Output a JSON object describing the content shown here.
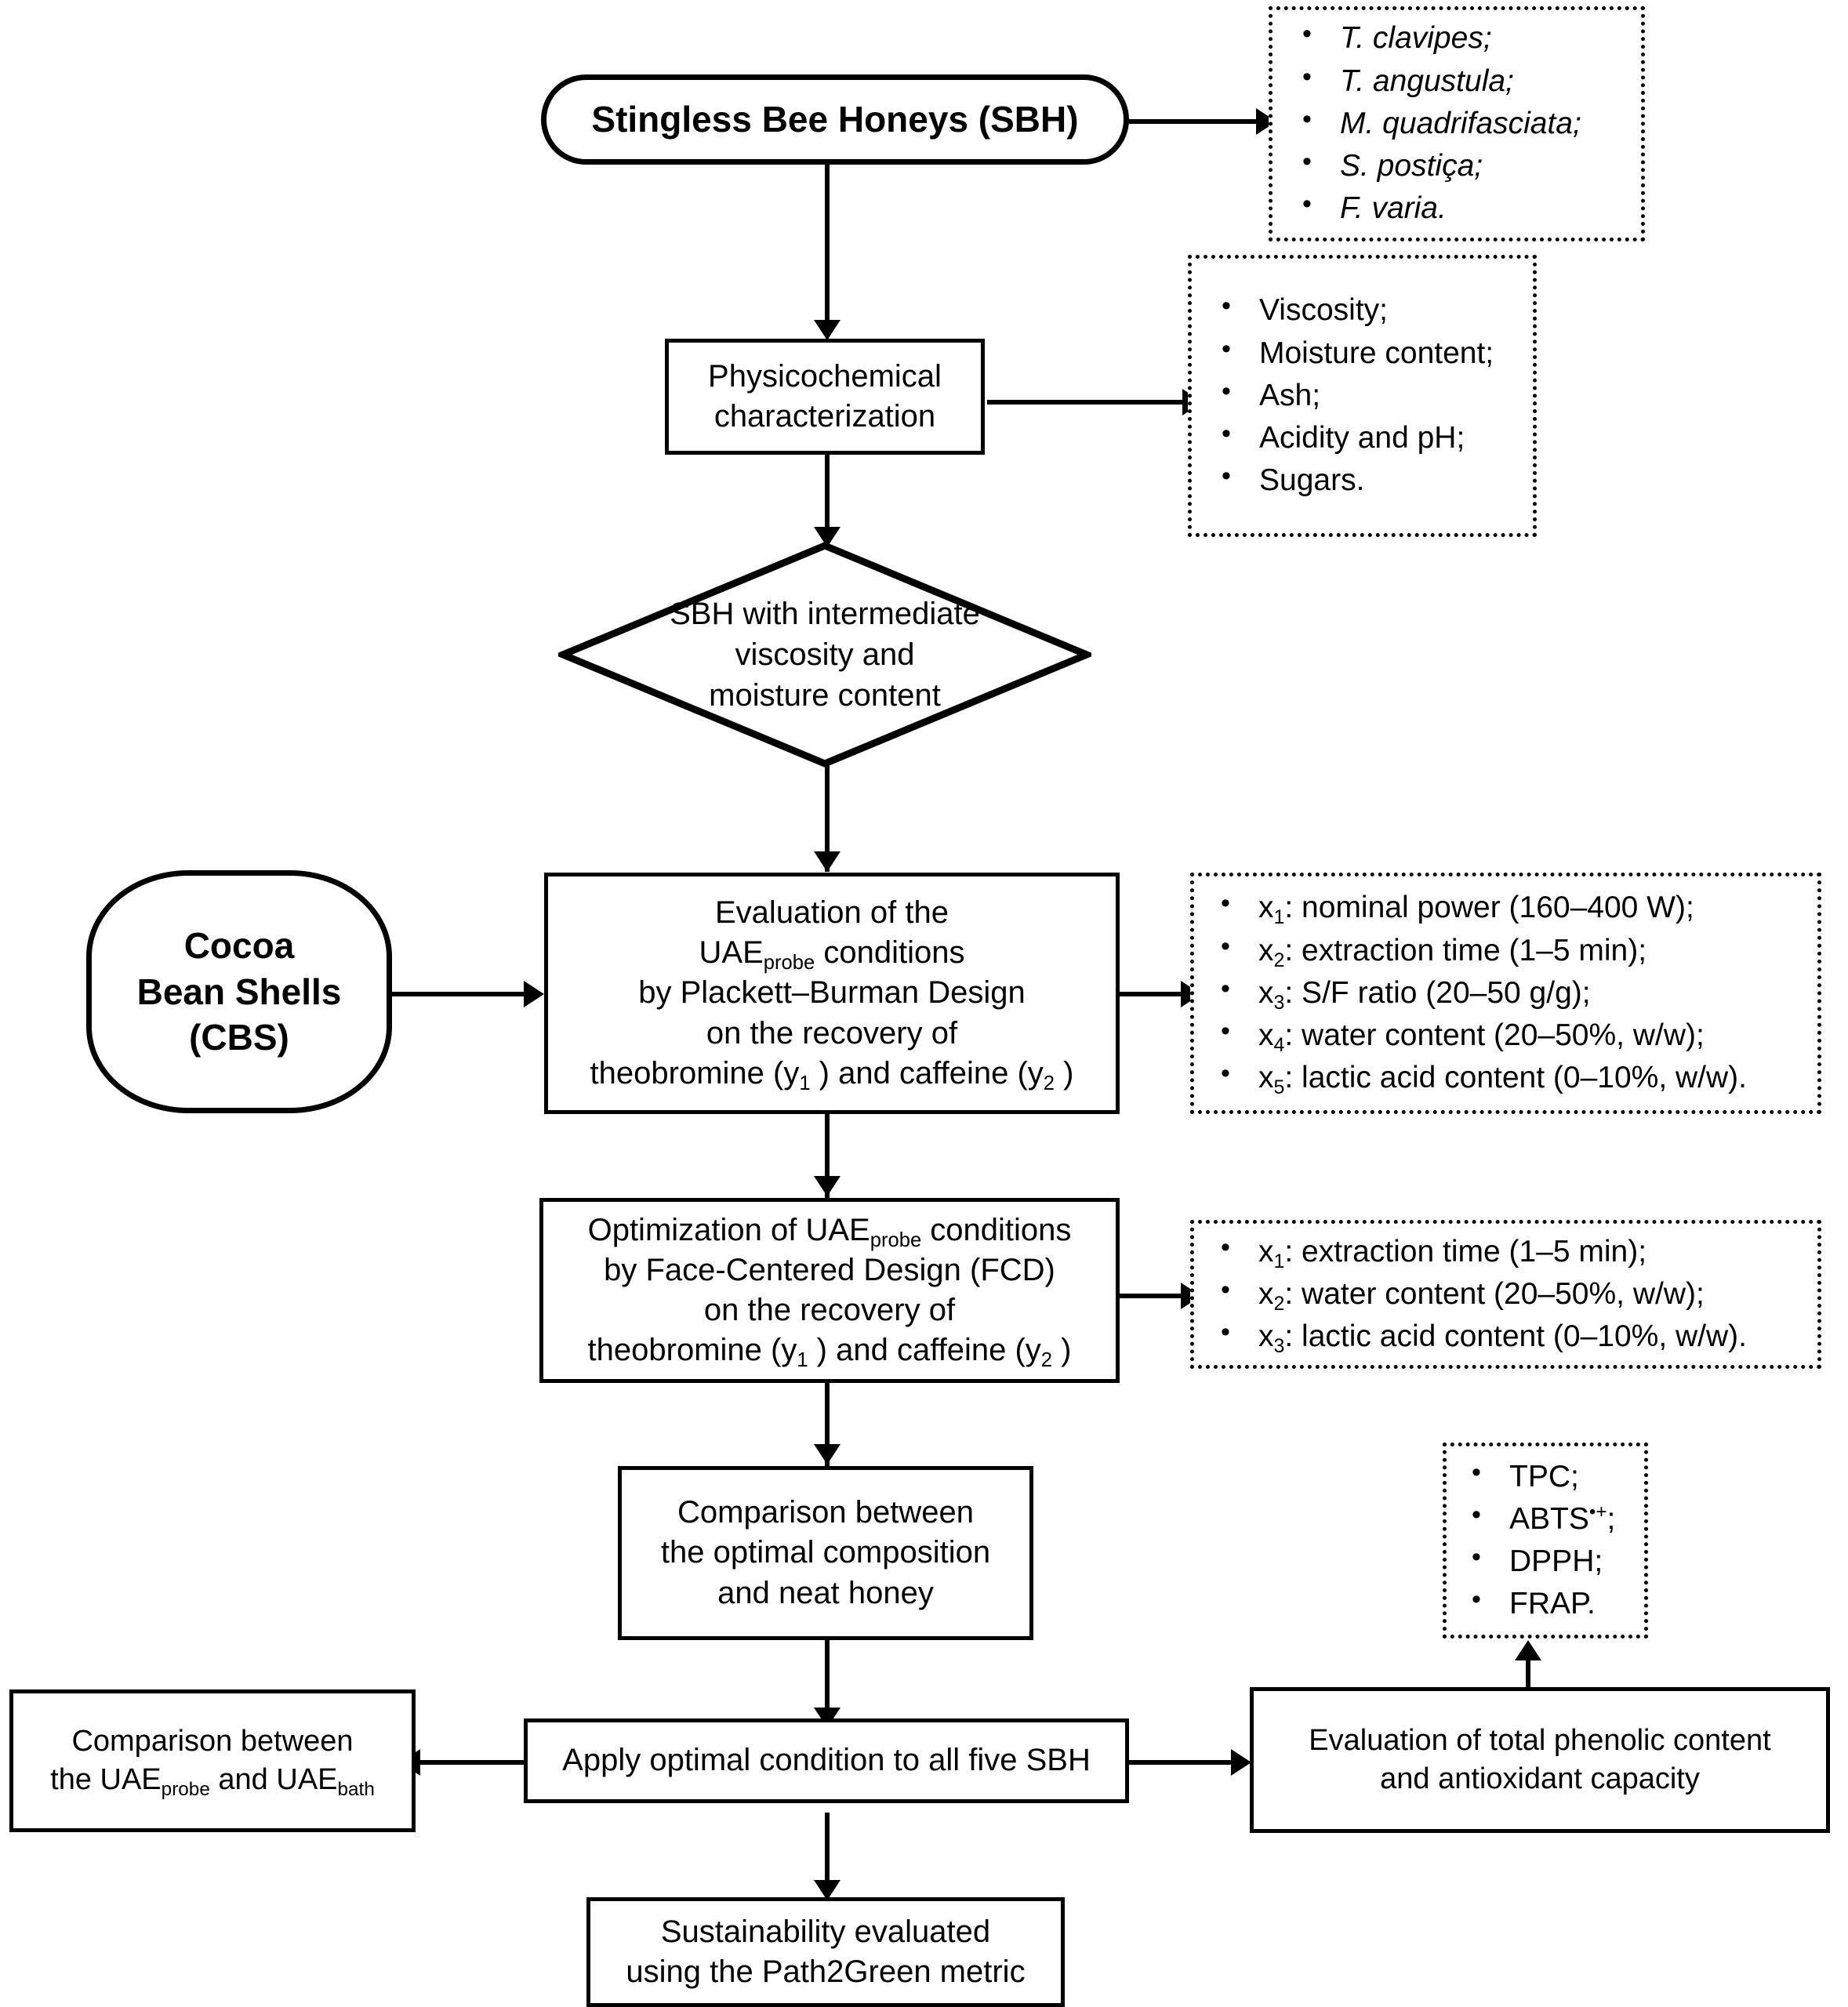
{
  "diagram": {
    "type": "flowchart",
    "title": "Stingless bee honey and cocoa bean shell UAE experimental workflow"
  },
  "nodes": {
    "sbh": {
      "label": "Stingless Bee Honeys (SBH)",
      "shape": "stadium"
    },
    "species_list": {
      "shape": "dotted-box",
      "items": [
        "T. clavipes;",
        "T. angustula;",
        "M. quadrifasciata;",
        "S. postiça;",
        "F. varia."
      ]
    },
    "physchem": {
      "line1": "Physicochemical",
      "line2": "characterization",
      "shape": "rect"
    },
    "physchem_list": {
      "shape": "dotted-box",
      "items": [
        "Viscosity;",
        "Moisture content;",
        "Ash;",
        "Acidity and pH;",
        "Sugars."
      ]
    },
    "decision": {
      "line1": "SBH with intermediate",
      "line2": "viscosity and",
      "line3": "moisture content",
      "shape": "diamond"
    },
    "cbs": {
      "line1": "Cocoa",
      "line2": "Bean Shells",
      "line3": "(CBS)",
      "shape": "stadium"
    },
    "pbd": {
      "line1": "Evaluation of the",
      "line2_a": "UAE",
      "line2_sub": "probe",
      "line2_b": " conditions",
      "line3": "by Plackett–Burman  Design",
      "line4": "on the recovery of",
      "line5_a": "theobromine (y",
      "line5_sub1": "1",
      "line5_b": " ) and caffeine (y",
      "line5_sub2": "2",
      "line5_c": " )",
      "shape": "rect"
    },
    "pbd_vars": {
      "shape": "dotted-box",
      "items": [
        {
          "sym": "x",
          "idx": "1",
          "text": ": nominal power (160–400 W);"
        },
        {
          "sym": "x",
          "idx": "2",
          "text": ": extraction time (1–5 min);"
        },
        {
          "sym": "x",
          "idx": "3",
          "text": ": S/F ratio (20–50 g/g);"
        },
        {
          "sym": "x",
          "idx": "4",
          "text": ": water content (20–50%, w/w);"
        },
        {
          "sym": "x",
          "idx": "5",
          "text": ": lactic acid content (0–10%, w/w)."
        }
      ]
    },
    "fcd": {
      "line1_a": "Optimization of UAE",
      "line1_sub": "probe",
      "line1_b": " conditions",
      "line2": "by Face-Centered  Design (FCD)",
      "line3": "on the recovery of",
      "line4_a": "theobromine (y",
      "line4_sub1": "1",
      "line4_b": " ) and caffeine (y",
      "line4_sub2": "2",
      "line4_c": " )",
      "shape": "rect"
    },
    "fcd_vars": {
      "shape": "dotted-box",
      "items": [
        {
          "sym": "x",
          "idx": "1",
          "text": ": extraction time (1–5 min);"
        },
        {
          "sym": "x",
          "idx": "2",
          "text": ": water content (20–50%, w/w);"
        },
        {
          "sym": "x",
          "idx": "3",
          "text": ": lactic acid content (0–10%, w/w)."
        }
      ]
    },
    "comparison_optimal": {
      "line1": "Comparison between",
      "line2": "the optimal composition",
      "line3": "and neat honey",
      "shape": "rect"
    },
    "assays_list": {
      "shape": "dotted-box",
      "items": [
        {
          "text": "TPC;",
          "sup": ""
        },
        {
          "text": "ABTS",
          "sup": "•+",
          "tail": ";"
        },
        {
          "text": "DPPH;",
          "sup": ""
        },
        {
          "text": "FRAP.",
          "sup": ""
        }
      ]
    },
    "comparison_uae": {
      "line1": "Comparison between",
      "line2_a": "the UAE",
      "line2_sub1": "probe",
      "line2_b": " and UAE",
      "line2_sub2": "bath",
      "shape": "rect"
    },
    "apply_optimal": {
      "label": "Apply optimal condition to all five SBH",
      "shape": "rect"
    },
    "phenolic_eval": {
      "line1": "Evaluation of total phenolic content",
      "line2": "and antioxidant capacity",
      "shape": "rect"
    },
    "sustainability": {
      "line1": "Sustainability evaluated",
      "line2": "using the Path2Green metric",
      "shape": "rect"
    }
  },
  "colors": {
    "stroke": "#000000",
    "fill": "#ffffff",
    "text": "#000000"
  }
}
